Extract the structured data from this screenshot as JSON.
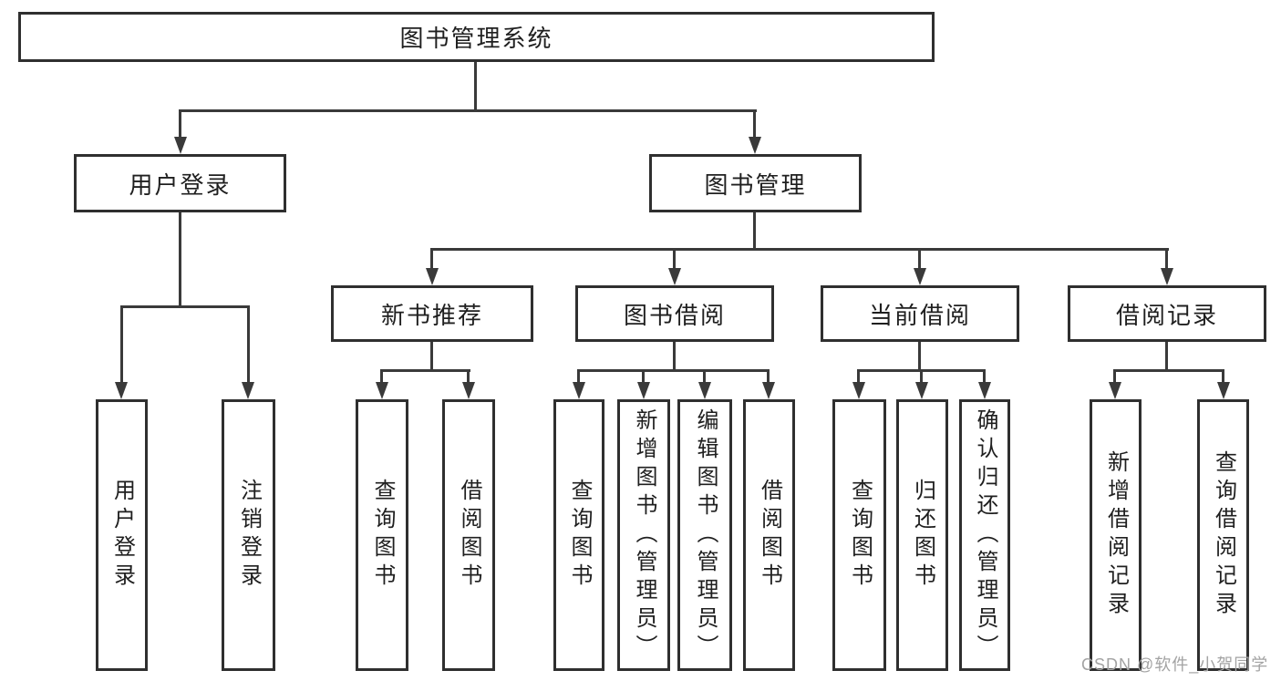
{
  "tree": {
    "root": {
      "label": "图书管理系统"
    },
    "branches": [
      {
        "label": "用户登录",
        "children": [
          {
            "label": "用户登录"
          },
          {
            "label": "注销登录"
          }
        ]
      },
      {
        "label": "图书管理",
        "children": [
          {
            "label": "新书推荐",
            "children": [
              {
                "label": "查询图书"
              },
              {
                "label": "借阅图书"
              }
            ]
          },
          {
            "label": "图书借阅",
            "children": [
              {
                "label": "查询图书"
              },
              {
                "label": "新增图书（管理员）"
              },
              {
                "label": "编辑图书（管理员）"
              },
              {
                "label": "借阅图书"
              }
            ]
          },
          {
            "label": "当前借阅",
            "children": [
              {
                "label": "查询图书"
              },
              {
                "label": "归还图书"
              },
              {
                "label": "确认归还（管理员）"
              }
            ]
          },
          {
            "label": "借阅记录",
            "children": [
              {
                "label": "新增借阅记录"
              },
              {
                "label": "查询借阅记录"
              }
            ]
          }
        ]
      }
    ]
  },
  "watermark": "CSDN @软件_小贺同学",
  "colors": {
    "line": "#3a3a3a",
    "box_border": "#2f2f2f",
    "text": "#1f1f1f",
    "watermark": "#a3a3a3",
    "background": "#ffffff"
  }
}
